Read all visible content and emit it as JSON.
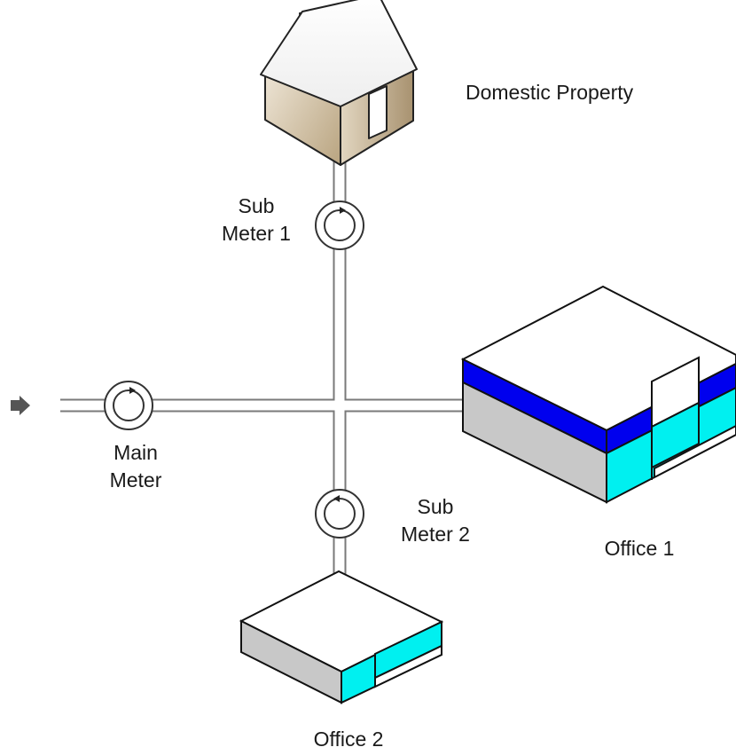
{
  "labels": {
    "domestic": "Domestic Property",
    "sub_meter_1": [
      "Sub",
      "Meter 1"
    ],
    "main_meter": [
      "Main",
      "Meter"
    ],
    "sub_meter_2": [
      "Sub",
      "Meter 2"
    ],
    "office_1": "Office 1",
    "office_2": "Office 2"
  },
  "colors": {
    "pipe_outline": "#7a7a7a",
    "flow_arrow": "#555555",
    "office_band": "#0000ee",
    "office_glass": "#00f0f0",
    "office_wall": "#c8c8c8",
    "house_chimney": "#e04848"
  },
  "icons": {
    "inlet": "flow-arrow-icon",
    "meter": "meter-icon",
    "house": "house-icon",
    "office": "office-building-icon"
  }
}
